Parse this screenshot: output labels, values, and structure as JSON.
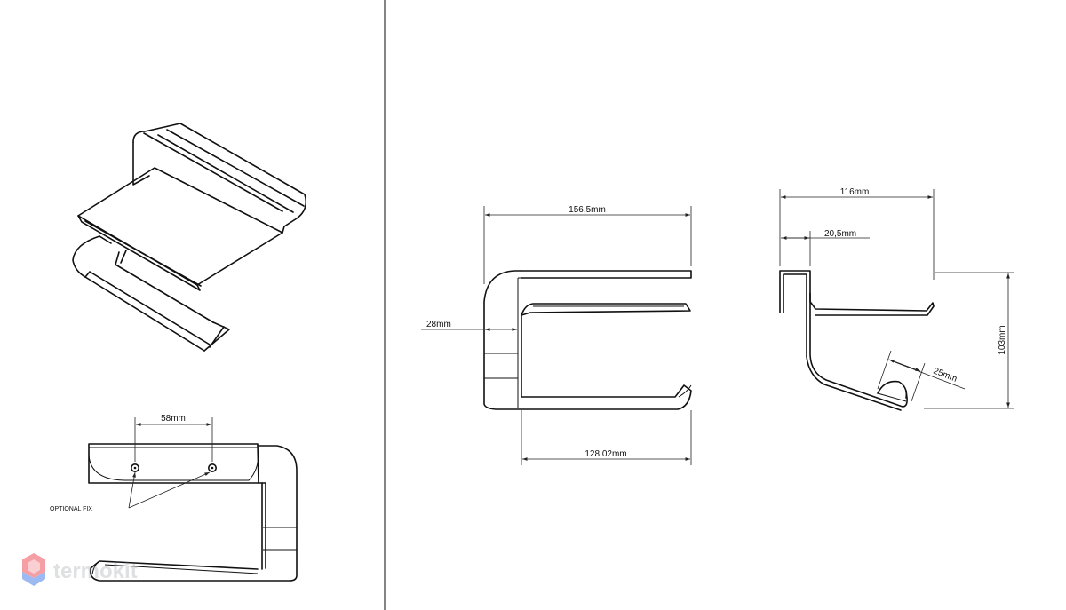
{
  "dimensions": {
    "hole_spacing": "58mm",
    "fixing_note": "OPTIONAL FIX",
    "overall_length": "156,5mm",
    "wall_depth": "28mm",
    "inner_length": "128,02mm",
    "overall_depth": "116mm",
    "hook_width": "20,5mm",
    "overall_height": "103mm",
    "end_radius": "25mm"
  },
  "watermark": {
    "text": "termokit"
  },
  "colors": {
    "line": "#111111",
    "background": "#ffffff",
    "watermark": "#9aa0a6",
    "logo_top": "#f0606a",
    "logo_bottom": "#5b8de8"
  }
}
